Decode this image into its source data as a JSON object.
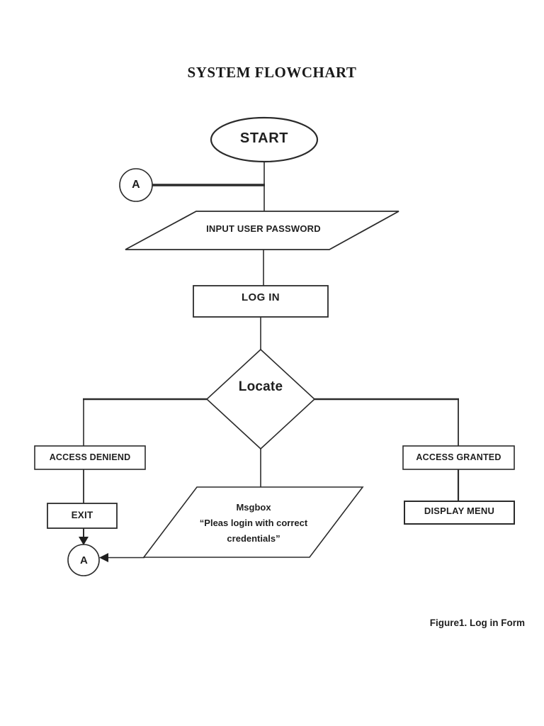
{
  "page": {
    "title": "SYSTEM FLOWCHART",
    "caption": "Figure1. Log in Form",
    "colors": {
      "ink": "#2b2b2b",
      "background": "#ffffff"
    }
  },
  "flowchart": {
    "nodes": {
      "start": "START",
      "connector_a_top": "A",
      "input_password": "INPUT USER PASSWORD",
      "login": "LOG IN",
      "decision": "Locate",
      "access_denied": "ACCESS DENIEND",
      "exit": "EXIT",
      "connector_a_bottom": "A",
      "msgbox_line1": "Msgbox",
      "msgbox_line2": "“Pleas login with correct",
      "msgbox_line3": "credentials”",
      "access_granted": "ACCESS GRANTED",
      "display_menu": "DISPLAY MENU"
    }
  }
}
